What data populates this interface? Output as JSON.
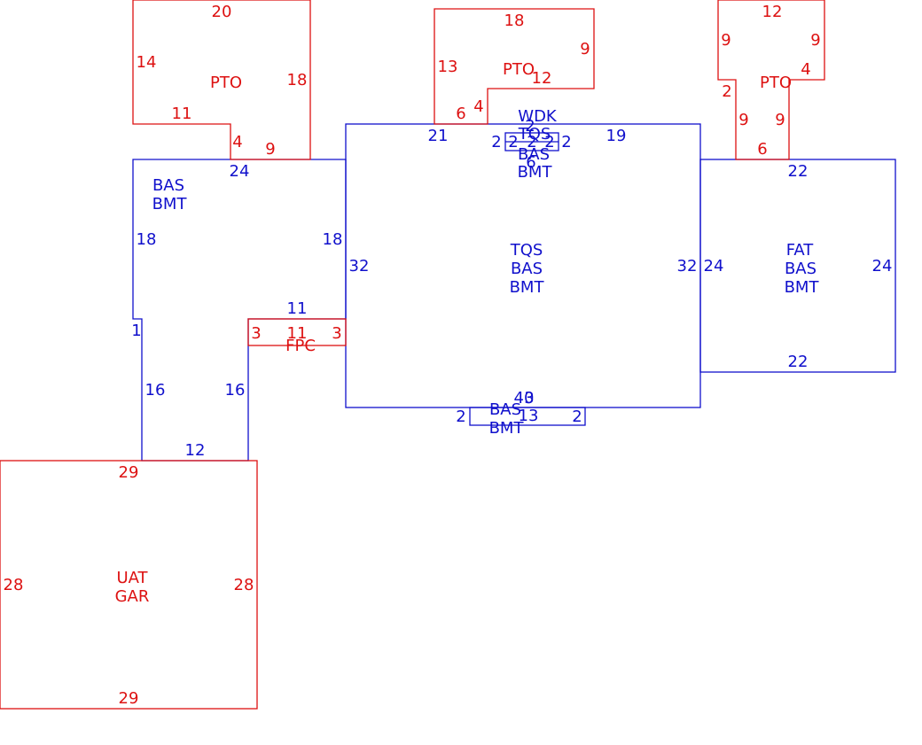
{
  "colors": {
    "main_area": "#1010cc",
    "aux_area": "#dd1111",
    "background": "#ffffff"
  },
  "areas": {
    "bas_left": {
      "label_1": "BAS",
      "label_2": "BMT"
    },
    "bas_center": {
      "label_1": "TQS",
      "label_2": "BAS",
      "label_3": "BMT"
    },
    "bas_right": {
      "label_1": "FAT",
      "label_2": "BAS",
      "label_3": "BMT"
    },
    "small_top": {
      "label_1": "WDK",
      "label_2": "TQS",
      "label_3": "BAS",
      "label_4": "BMT",
      "label_5": "2",
      "label_6": "6"
    },
    "small_bottom": {
      "label_1": "BAS",
      "label_2": "BMT"
    },
    "pto_left": {
      "label": "PTO"
    },
    "pto_center": {
      "label": "PTO"
    },
    "pto_right": {
      "label": "PTO"
    },
    "fpc": {
      "label": "FPC"
    },
    "garage": {
      "label_1": "UAT",
      "label_2": "GAR"
    }
  },
  "dimensions": {
    "pto_left": [
      "20",
      "14",
      "18",
      "11",
      "4",
      "9"
    ],
    "pto_center": [
      "18",
      "9",
      "13",
      "12",
      "6",
      "4"
    ],
    "pto_right": [
      "12",
      "9",
      "9",
      "4",
      "2",
      "9",
      "9",
      "6"
    ],
    "bas_left": [
      "24",
      "18",
      "18",
      "1",
      "16",
      "16",
      "12",
      "11"
    ],
    "fpc": [
      "3",
      "11",
      "3"
    ],
    "bas_center": [
      "21",
      "19",
      "32",
      "32",
      "40"
    ],
    "small_top": [
      "2",
      "2",
      "2",
      "2",
      "2"
    ],
    "small_bottom": [
      "2",
      "2",
      "13",
      "3"
    ],
    "bas_right": [
      "22",
      "24",
      "24",
      "22"
    ],
    "garage": [
      "29",
      "28",
      "28",
      "29"
    ]
  }
}
